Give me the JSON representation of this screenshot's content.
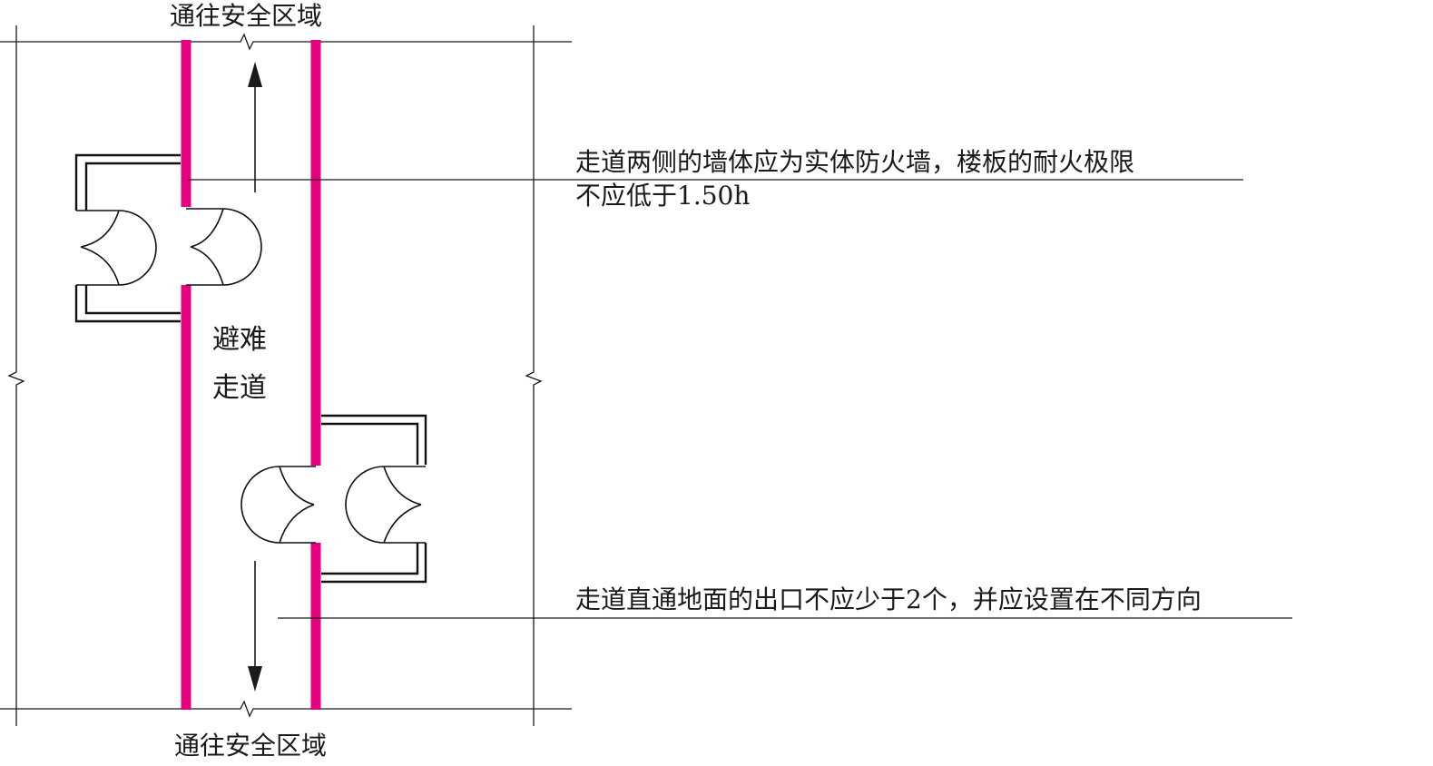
{
  "labels": {
    "top_exit": "通往安全区域",
    "bottom_exit": "通往安全区域",
    "corridor_line1": "避难",
    "corridor_line2": "走道",
    "note_wall_line1": "走道两侧的墙体应为实体防火墙，楼板的耐火极限",
    "note_wall_line2": "不应低于1.50h",
    "note_exits": "走道直通地面的出口不应少于2个，并应设置在不同方向"
  },
  "colors": {
    "fire_wall": "#e4007f",
    "line": "#1a1a1a",
    "background": "#ffffff"
  }
}
